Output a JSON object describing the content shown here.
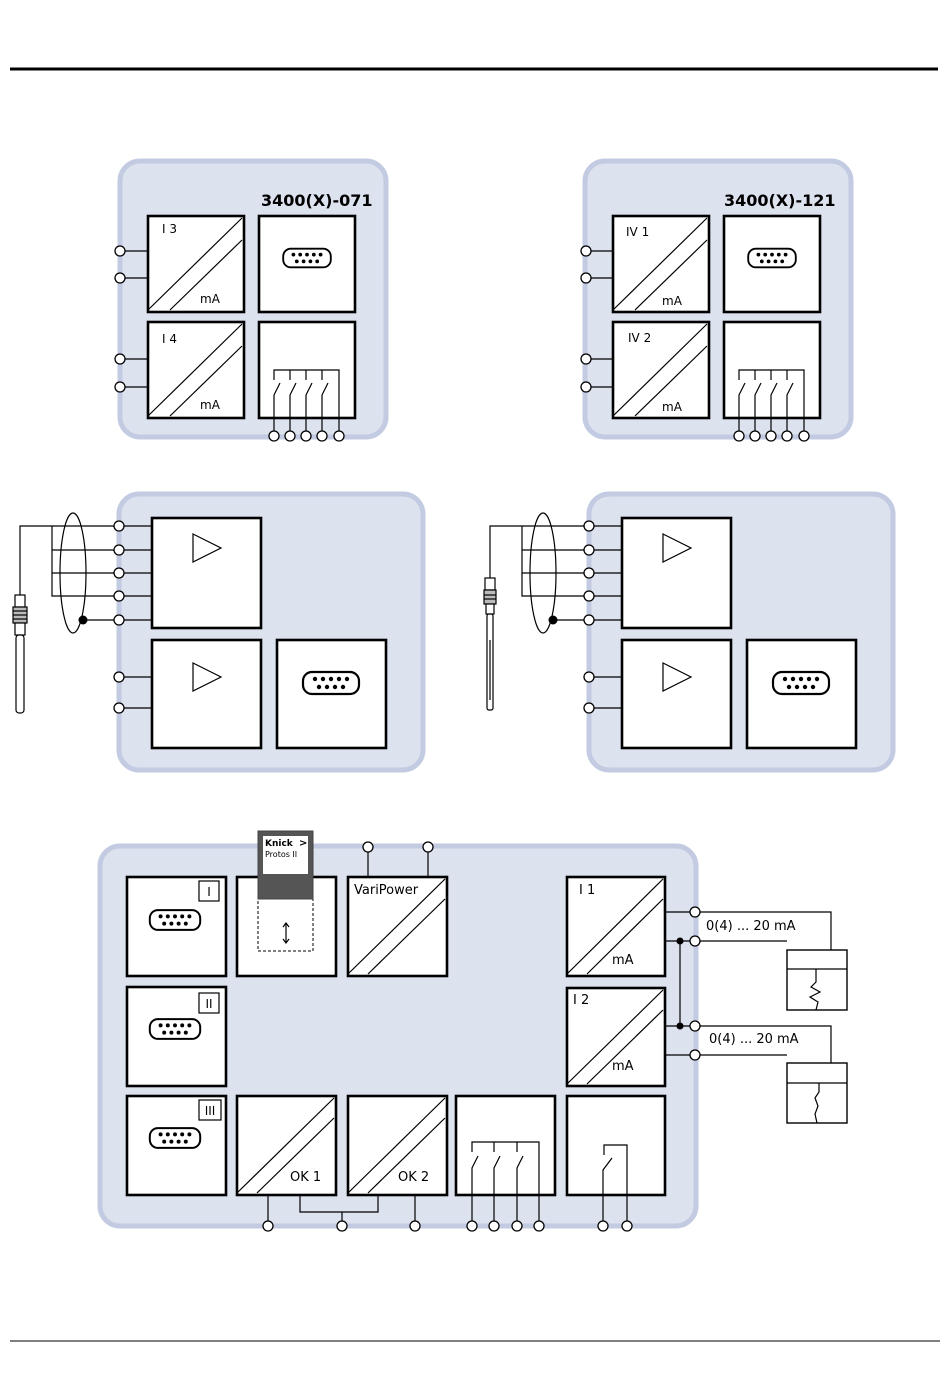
{
  "modules": {
    "card_071": {
      "title": "3400(X)-071",
      "out1_label": "I 3",
      "out2_label": "I 4",
      "unit": "mA"
    },
    "card_121": {
      "title": "3400(X)-121",
      "out1_label": "IV 1",
      "out2_label": "IV 2",
      "unit": "mA"
    }
  },
  "base_unit": {
    "roman_labels": [
      "I",
      "II",
      "III"
    ],
    "card_brand": "Knick",
    "card_brand_arrow": ">",
    "card_product": "Protos II",
    "power_label": "VariPower",
    "out1_label": "I 1",
    "out2_label": "I 2",
    "unit": "mA",
    "ok1_label": "OK 1",
    "ok2_label": "OK 2",
    "range1_label": "0(4) ... 20 mA",
    "range2_label": "0(4) ... 20 mA"
  },
  "colors": {
    "panel_fill": "#dde2ef",
    "panel_border": "#c3cbe2",
    "line": "#000000"
  }
}
